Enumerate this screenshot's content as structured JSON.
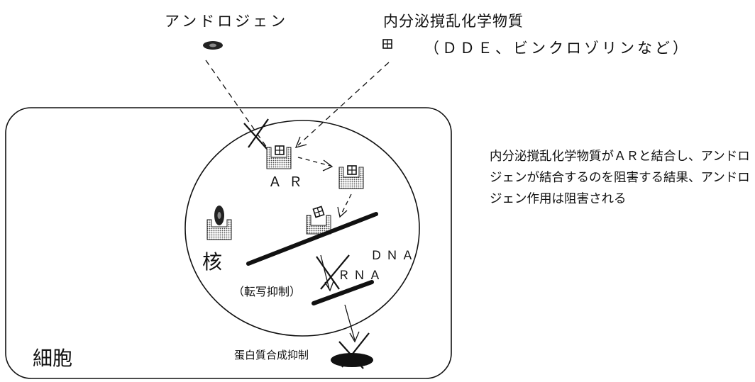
{
  "labels": {
    "androgen": "アンドロジェン",
    "edc": "内分泌撹乱化学物質",
    "edc_examples": "（ＤＤＥ、ビンクロゾリンなど）",
    "explanation": "内分泌撹乱化学物質がＡＲと結合し、アンドロジェンが結合するのを阻害する結果、アンドロジェン作用は阻害される",
    "ar": "ＡＲ",
    "dna": "ＤＮＡ",
    "rna": "ＲＮＡ",
    "nucleus": "核",
    "transcription_inhibition": "（転写抑制）",
    "cell": "細胞",
    "protein_synthesis_inhibition": "蛋白質合成抑制"
  }
}
